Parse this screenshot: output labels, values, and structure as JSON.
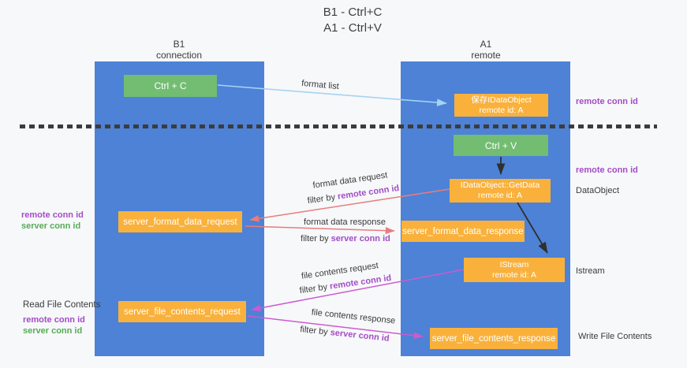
{
  "title": {
    "line1": "B1 - Ctrl+C",
    "line2": "A1 - Ctrl+V"
  },
  "columns": {
    "left": {
      "name": "B1",
      "type": "connection"
    },
    "right": {
      "name": "A1",
      "type": "remote"
    }
  },
  "boxes": {
    "ctrl_c": {
      "label": "Ctrl + C"
    },
    "save_idataobject": {
      "line1": "保存IDataObject",
      "line2": "remote id: A"
    },
    "ctrl_v": {
      "label": "Ctrl + V"
    },
    "getdata": {
      "line1": "IDataObject::GetData",
      "line2": "remote id: A"
    },
    "server_format_data_request": {
      "label": "server_format_data_request"
    },
    "server_format_data_response": {
      "label": "server_format_data_response"
    },
    "istream": {
      "line1": "IStream",
      "line2": "remote id: A"
    },
    "server_file_contents_request": {
      "label": "server_file_contents_request"
    },
    "server_file_contents_response": {
      "label": "server_file_contents_response"
    }
  },
  "left_annotations": {
    "remote_conn_id_1": "remote conn id",
    "server_conn_id_1": "server conn id",
    "read_file_contents": "Read File Contents",
    "remote_conn_id_2": "remote conn id",
    "server_conn_id_2": "server conn id"
  },
  "right_annotations": {
    "remote_conn_id_1": "remote conn id",
    "remote_conn_id_2": "remote conn id",
    "dataobject": "DataObject",
    "istream": "Istream",
    "write_file_contents": "Write File Contents"
  },
  "arrow_labels": {
    "format_list": "format list",
    "format_data_request": "format data request",
    "format_data_request_filter_prefix": "filter by",
    "format_data_request_filter_key": "remote conn id",
    "format_data_response": "format data response",
    "format_data_response_filter_prefix": "filter by",
    "format_data_response_filter_key": "server conn id",
    "file_contents_request": "file contents request",
    "file_contents_request_filter_prefix": "filter by",
    "file_contents_request_filter_key": "remote conn id",
    "file_contents_response": "file contents response",
    "file_contents_response_filter_prefix": "filter by",
    "file_contents_response_filter_key": "server conn id"
  },
  "colors": {
    "column_blue": "#4d82d6",
    "box_green": "#72bd72",
    "box_orange": "#f9b13c",
    "arrow_light_blue": "#a5d3f2",
    "arrow_salmon": "#e87c7c",
    "arrow_magenta": "#cd5ace",
    "arrow_black": "#2f2f2f",
    "text_purple": "#a44cc6",
    "text_green": "#57ab57",
    "background": "#f7f8fa"
  }
}
